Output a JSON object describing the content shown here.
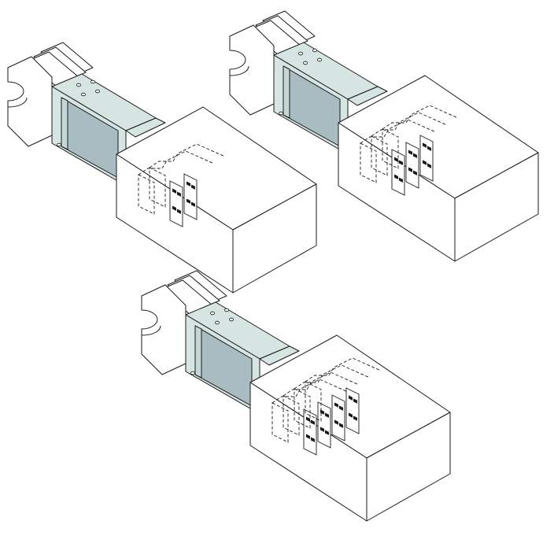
{
  "figure": {
    "description_free": true,
    "colors": {
      "background": "#ffffff",
      "line": "#1a1a1a",
      "duct_fill": "#d6e4e2",
      "duct_inner": "#a9bcc1",
      "box_fill": "#ffffff",
      "bar_block": "#1a1a1a"
    },
    "assemblies": [
      {
        "id": "top-left",
        "busbar_count": 2
      },
      {
        "id": "top-right",
        "busbar_count": 3
      },
      {
        "id": "bottom",
        "busbar_count": 4
      }
    ]
  }
}
